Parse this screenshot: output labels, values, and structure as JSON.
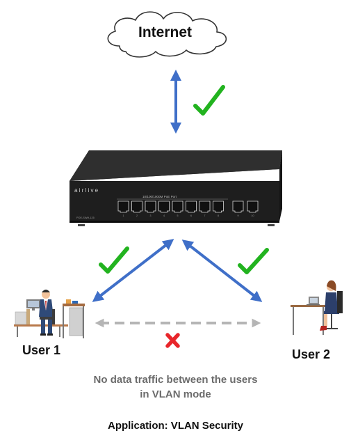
{
  "cloud": {
    "label": "Internet"
  },
  "switch": {
    "brand": "airlive",
    "port_group_label": "10/100/1000M PoE Port",
    "model": "POE-SWH-125",
    "port_labels": [
      "1",
      "2",
      "3",
      "4",
      "5",
      "6",
      "7",
      "8",
      "9",
      "10"
    ]
  },
  "users": [
    {
      "label": "User 1"
    },
    {
      "label": "User 2"
    }
  ],
  "note": {
    "line1": "No data traffic between the users",
    "line2": "in VLAN mode"
  },
  "footer": {
    "caption": "Application: VLAN Security"
  },
  "colors": {
    "arrow": "#3f6fc8",
    "check": "#22b31f",
    "cross": "#e8262b",
    "dashed": "#b5b5b5"
  }
}
